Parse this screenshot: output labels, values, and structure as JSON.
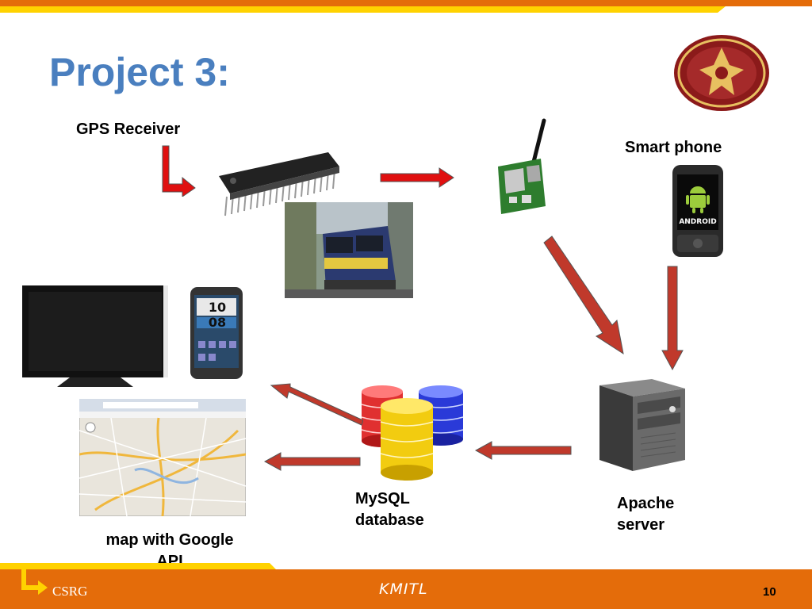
{
  "title": "Project 3:",
  "labels": {
    "gps_receiver": "GPS Receiver",
    "smart_phone": "Smart phone",
    "mysql_line1": "MySQL",
    "mysql_line2": "database",
    "apache_line1": "Apache",
    "apache_line2": "server",
    "map_line1": "map with Google",
    "map_line2": "API",
    "phone_time": "10 08"
  },
  "footer": {
    "left": "CSRG",
    "center": "KMITL",
    "page_number": "10"
  },
  "colors": {
    "orange": "#e46c0a",
    "yellow": "#ffd200",
    "title_blue": "#4a7fbf",
    "arrow_red": "#c0392b",
    "arrow_bright_red": "#e01010"
  }
}
